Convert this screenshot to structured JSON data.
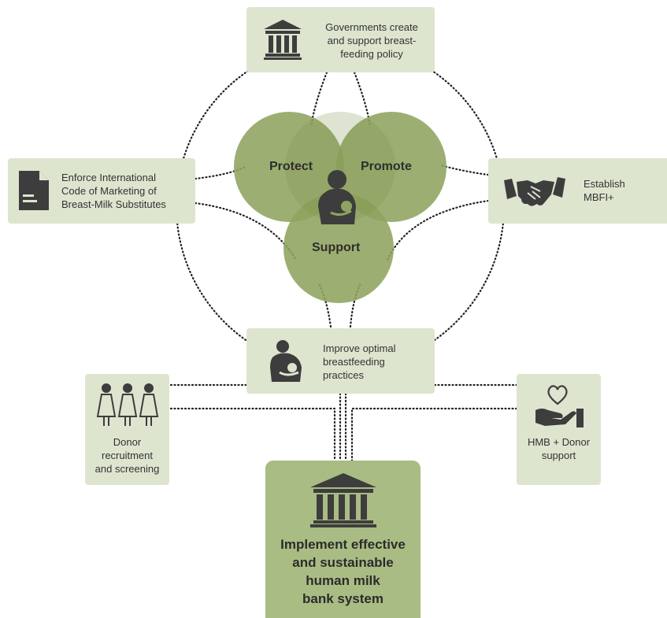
{
  "venn": {
    "protect": "Protect",
    "promote": "Promote",
    "support": "Support"
  },
  "boxes": {
    "governments": [
      "Governments create",
      "and support breast-",
      "feeding policy"
    ],
    "code": [
      "Enforce International",
      "Code of Marketing of",
      "Breast-Milk Substitutes"
    ],
    "mbfi": [
      "Establish",
      "MBFI+"
    ],
    "practices": [
      "Improve optimal",
      "breastfeeding",
      "practices"
    ],
    "donor": [
      "Donor",
      "recruitment",
      "and screening"
    ],
    "hmb": [
      "HMB + Donor",
      "support"
    ]
  },
  "main": {
    "lines": [
      "Implement effective",
      "and sustainable",
      "human milk",
      "bank system"
    ]
  },
  "colors": {
    "box_fill": "#dde5cf",
    "circle_fill": "#8fa35f",
    "main_fill": "#a9bc84",
    "icon": "#3d3d3d"
  },
  "icons": [
    "bank-building-icon",
    "document-icon",
    "handshake-icon",
    "breastfeeding-mother-icon",
    "women-donors-icon",
    "heart-hand-icon",
    "milk-bank-building-icon"
  ]
}
